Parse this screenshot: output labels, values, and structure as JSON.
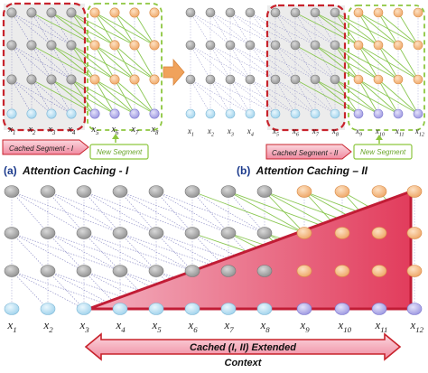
{
  "panel_a": {
    "letter": "(a)",
    "title": "Attention Caching - I",
    "cached_label": "Cached Segment - I",
    "new_label": "New Segment",
    "x_labels": [
      "x1",
      "x2",
      "x3",
      "x4",
      "x5",
      "x6",
      "x7",
      "x8"
    ]
  },
  "panel_b": {
    "letter": "(b)",
    "title": "Attention Caching – II",
    "cached_label": "Cached Segment - II",
    "new_label": "New Segment",
    "x_labels": [
      "x1",
      "x2",
      "x3",
      "x4",
      "x5",
      "x6",
      "x7",
      "x8",
      "x9",
      "x10",
      "x11",
      "x12"
    ]
  },
  "panel_c": {
    "x_labels": [
      "x1",
      "x2",
      "x3",
      "x4",
      "x5",
      "x6",
      "x7",
      "x8",
      "x9",
      "x10",
      "x11",
      "x12"
    ],
    "context_label_line1": "Cached (I, II) Extended",
    "context_label_line2": "Context"
  },
  "colors": {
    "input_node": "#bfe3f5",
    "new_input_node": "#b9b6ec",
    "hidden_node": "#a8a8a8",
    "new_hidden_node": "#f6c08d",
    "cached_box": "#c8232c",
    "new_box": "#8dc63f",
    "arrow_fill": "#f3a6b4",
    "triangle_fill": "#e8546d"
  }
}
